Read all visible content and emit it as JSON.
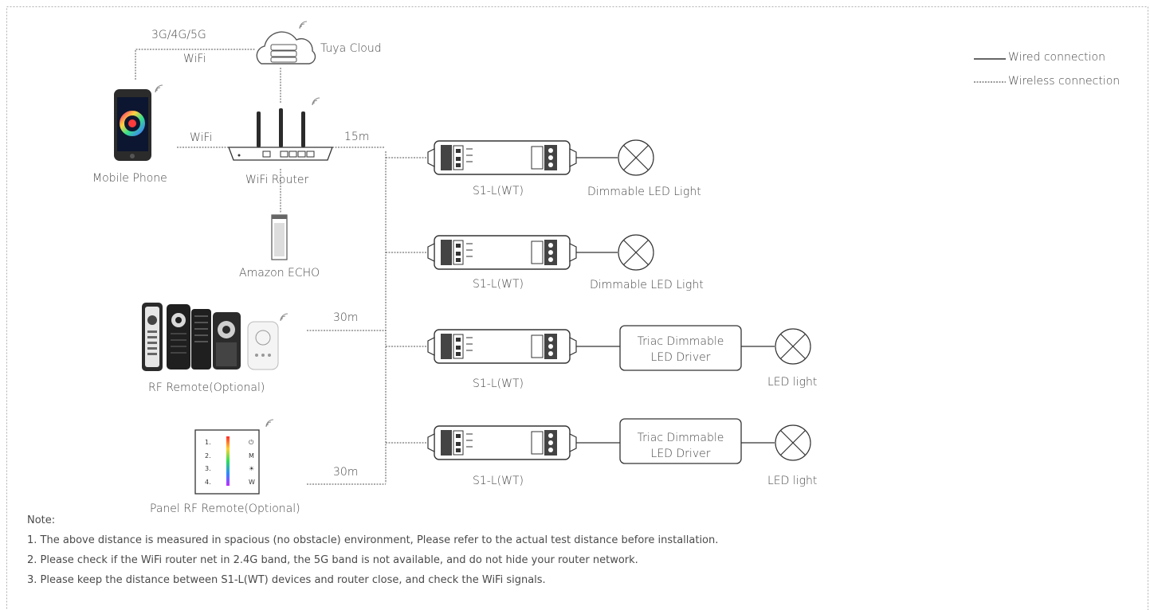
{
  "legend": {
    "wired": "Wired connection",
    "wireless": "Wireless connection"
  },
  "labels": {
    "cellular": "3G/4G/5G",
    "wifi_cloud": "WiFi",
    "tuya_cloud": "Tuya Cloud",
    "wifi_phone": "WiFi",
    "mobile_phone": "Mobile Phone",
    "wifi_router": "WiFi Router",
    "distance_15m": "15m",
    "amazon_echo": "Amazon ECHO",
    "rf_remote": "RF Remote(Optional)",
    "distance_30m_rf": "30m",
    "panel_rf_remote": "Panel RF Remote(Optional)",
    "distance_30m_panel": "30m"
  },
  "panel_keys": {
    "left": [
      "1.",
      "2.",
      "3.",
      "4."
    ],
    "right": [
      "⏻",
      "M",
      "☀",
      "W"
    ]
  },
  "rows": [
    {
      "controller": "S1-L(WT)",
      "driver": "",
      "light": "Dimmable LED Light"
    },
    {
      "controller": "S1-L(WT)",
      "driver": "",
      "light": "Dimmable LED Light"
    },
    {
      "controller": "S1-L(WT)",
      "driver_line1": "Triac Dimmable",
      "driver_line2": "LED Driver",
      "light": "LED light"
    },
    {
      "controller": "S1-L(WT)",
      "driver_line1": "Triac Dimmable",
      "driver_line2": "LED Driver",
      "light": "LED light"
    }
  ],
  "notes": {
    "title": "Note:",
    "items": [
      "1. The above distance is measured in spacious (no obstacle) environment,  Please refer to the actual test distance before installation.",
      "2. Please check if the WiFi router net in 2.4G band, the 5G band is not available, and do not hide your router network.",
      "3. Please keep the distance between S1-L(WT) devices and router close, and check the WiFi signals."
    ]
  },
  "colors": {
    "line": "#555555",
    "device_dark": "#2b2b2b",
    "frame": "#b0b0b0"
  }
}
